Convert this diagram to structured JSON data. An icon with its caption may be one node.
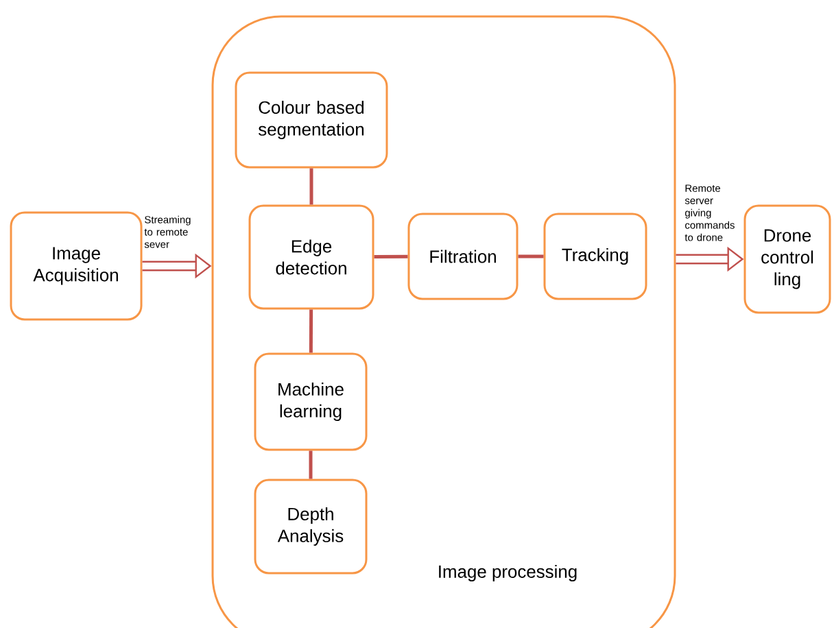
{
  "diagram": {
    "nodes": [
      {
        "text": [
          "Image Acquisition"
        ]
      },
      {
        "text": [
          "Image processing"
        ]
      },
      {
        "text": [
          "Colour based segmentation"
        ],
        "in": 1
      },
      {
        "text": [
          "Edge detection"
        ],
        "in": 1
      },
      {
        "text": [
          "Filtration"
        ],
        "in": 1
      },
      {
        "text": [
          "Tracking"
        ],
        "in": 1
      },
      {
        "text": [
          "Machine learning"
        ],
        "in": 1
      },
      {
        "text": [
          "Depth Analysis"
        ],
        "in": 1
      },
      {
        "text": [
          "Drone control ling"
        ]
      }
    ],
    "edges": [
      {
        "from": 0,
        "to": 1,
        "arrow": "to",
        "label": "Streaming to remote sever",
        "style": "thick"
      },
      {
        "from": 1,
        "to": 8,
        "arrow": "to",
        "label": "Remote server giving commands to drone",
        "style": "thick"
      },
      {
        "from": 2,
        "to": 3,
        "arrow": "none"
      },
      {
        "from": 3,
        "to": 4,
        "arrow": "none"
      },
      {
        "from": 4,
        "to": 5,
        "arrow": "none"
      },
      {
        "from": 3,
        "to": 6,
        "arrow": "none"
      },
      {
        "from": 6,
        "to": 7,
        "arrow": "none"
      }
    ]
  }
}
